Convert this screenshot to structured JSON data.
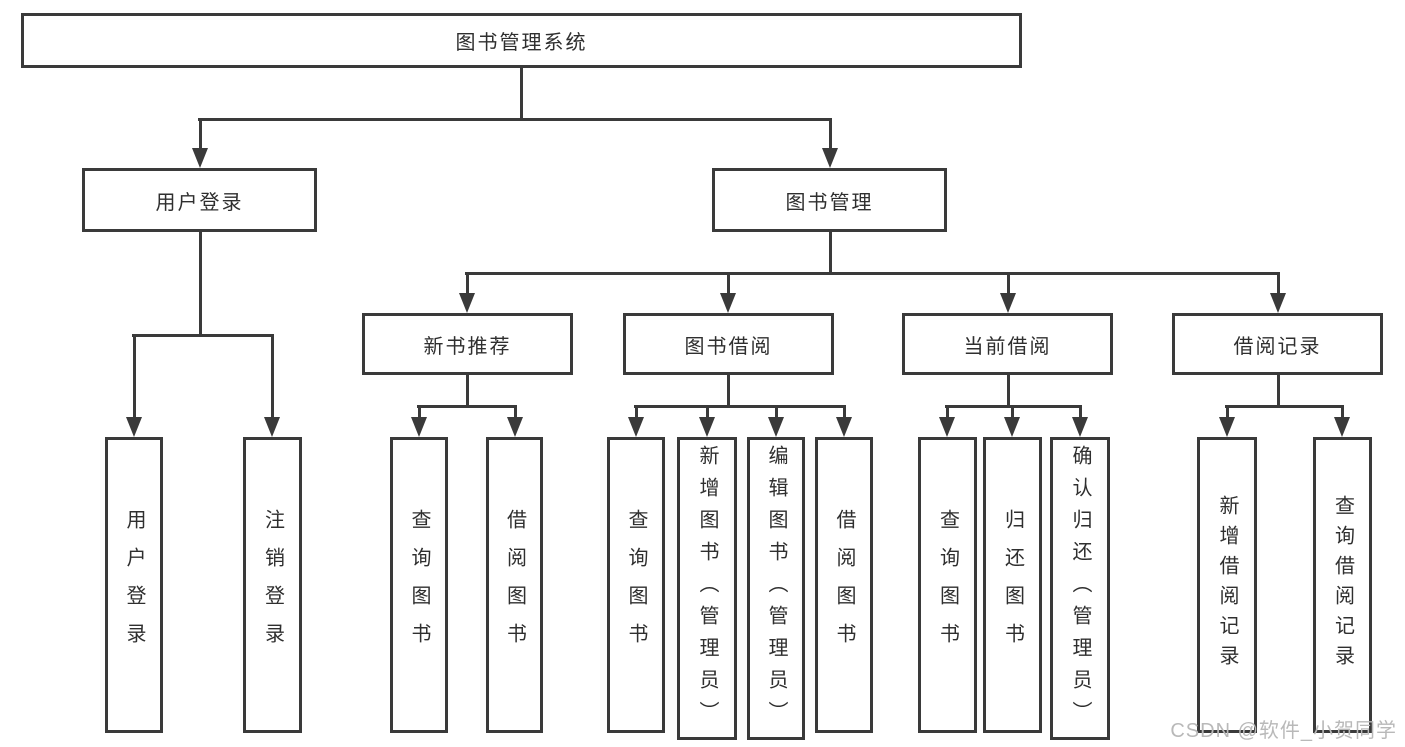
{
  "diagram": {
    "title": "图书管理系统",
    "nodes": {
      "root": {
        "label": "图书管理系统"
      },
      "user_login": {
        "label": "用户登录"
      },
      "book_mgmt": {
        "label": "图书管理"
      },
      "new_books": {
        "label": "新书推荐"
      },
      "borrow": {
        "label": "图书借阅"
      },
      "current": {
        "label": "当前借阅"
      },
      "records": {
        "label": "借阅记录"
      },
      "leaf_login": {
        "label": "用户登录"
      },
      "leaf_logout": {
        "label": "注销登录"
      },
      "nb_query": {
        "label": "查询图书"
      },
      "nb_borrow": {
        "label": "借阅图书"
      },
      "bw_query": {
        "label": "查询图书"
      },
      "bw_add": {
        "label": "新增图书（管理员）"
      },
      "bw_edit": {
        "label": "编辑图书（管理员）"
      },
      "bw_borrow": {
        "label": "借阅图书"
      },
      "cur_query": {
        "label": "查询图书"
      },
      "cur_return": {
        "label": "归还图书"
      },
      "cur_confirm": {
        "label": "确认归还（管理员）"
      },
      "rec_add": {
        "label": "新增借阅记录"
      },
      "rec_query": {
        "label": "查询借阅记录"
      }
    },
    "edges": [
      [
        "root",
        "user_login"
      ],
      [
        "root",
        "book_mgmt"
      ],
      [
        "user_login",
        "leaf_login"
      ],
      [
        "user_login",
        "leaf_logout"
      ],
      [
        "book_mgmt",
        "new_books"
      ],
      [
        "book_mgmt",
        "borrow"
      ],
      [
        "book_mgmt",
        "current"
      ],
      [
        "book_mgmt",
        "records"
      ],
      [
        "new_books",
        "nb_query"
      ],
      [
        "new_books",
        "nb_borrow"
      ],
      [
        "borrow",
        "bw_query"
      ],
      [
        "borrow",
        "bw_add"
      ],
      [
        "borrow",
        "bw_edit"
      ],
      [
        "borrow",
        "bw_borrow"
      ],
      [
        "current",
        "cur_query"
      ],
      [
        "current",
        "cur_return"
      ],
      [
        "current",
        "cur_confirm"
      ],
      [
        "records",
        "rec_add"
      ],
      [
        "records",
        "rec_query"
      ]
    ]
  },
  "colors": {
    "line": "#3a3a3a",
    "text": "#2f2f2f",
    "background": "#ffffff",
    "watermark": "#b9b9b9"
  },
  "watermark": {
    "text": "CSDN @软件_小贺同学"
  }
}
